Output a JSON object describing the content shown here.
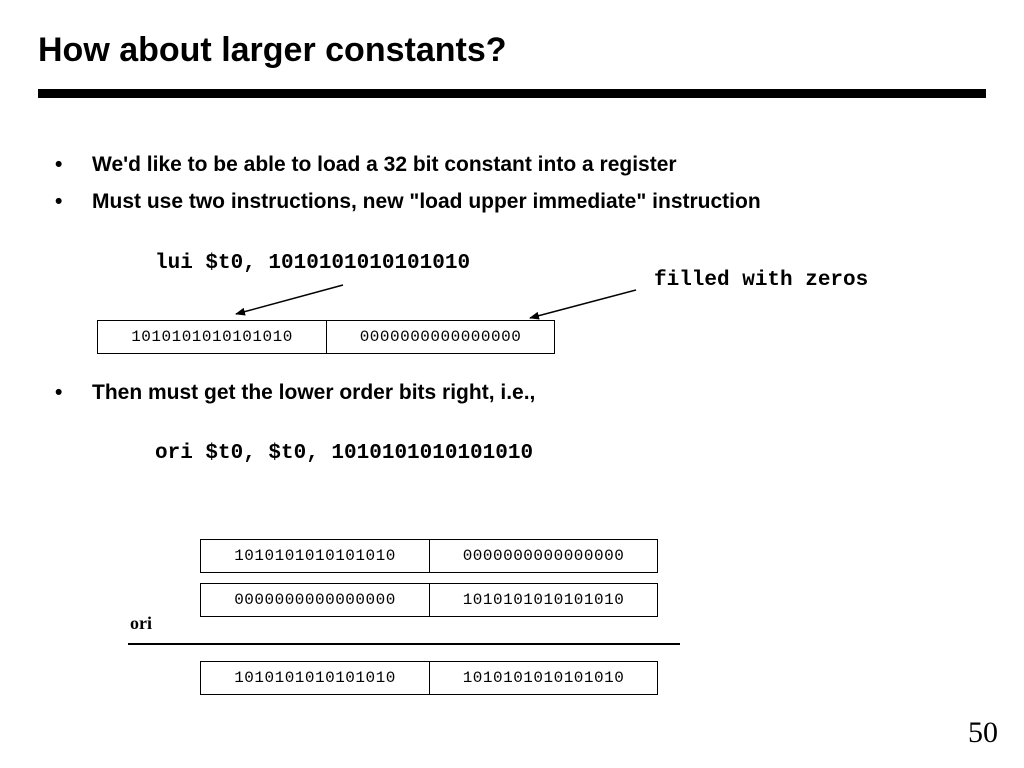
{
  "slide": {
    "title": "How about larger constants?",
    "bullets": [
      "We'd like to be able to load a 32 bit constant into a register",
      "Must use two instructions, new \"load upper immediate\" instruction",
      "Then must get the lower order bits right, i.e.,"
    ],
    "bullet_symbol": "•",
    "lui_instruction": "lui $t0, 1010101010101010",
    "filled_note": "filled with zeros",
    "lui_register": [
      "1010101010101010",
      "0000000000000000"
    ],
    "ori_instruction": "ori $t0, $t0, 1010101010101010",
    "ori_operand1": [
      "1010101010101010",
      "0000000000000000"
    ],
    "ori_operand2": [
      "0000000000000000",
      "1010101010101010"
    ],
    "ori_label": "ori",
    "ori_result": [
      "1010101010101010",
      "1010101010101010"
    ],
    "page_number": "50"
  }
}
